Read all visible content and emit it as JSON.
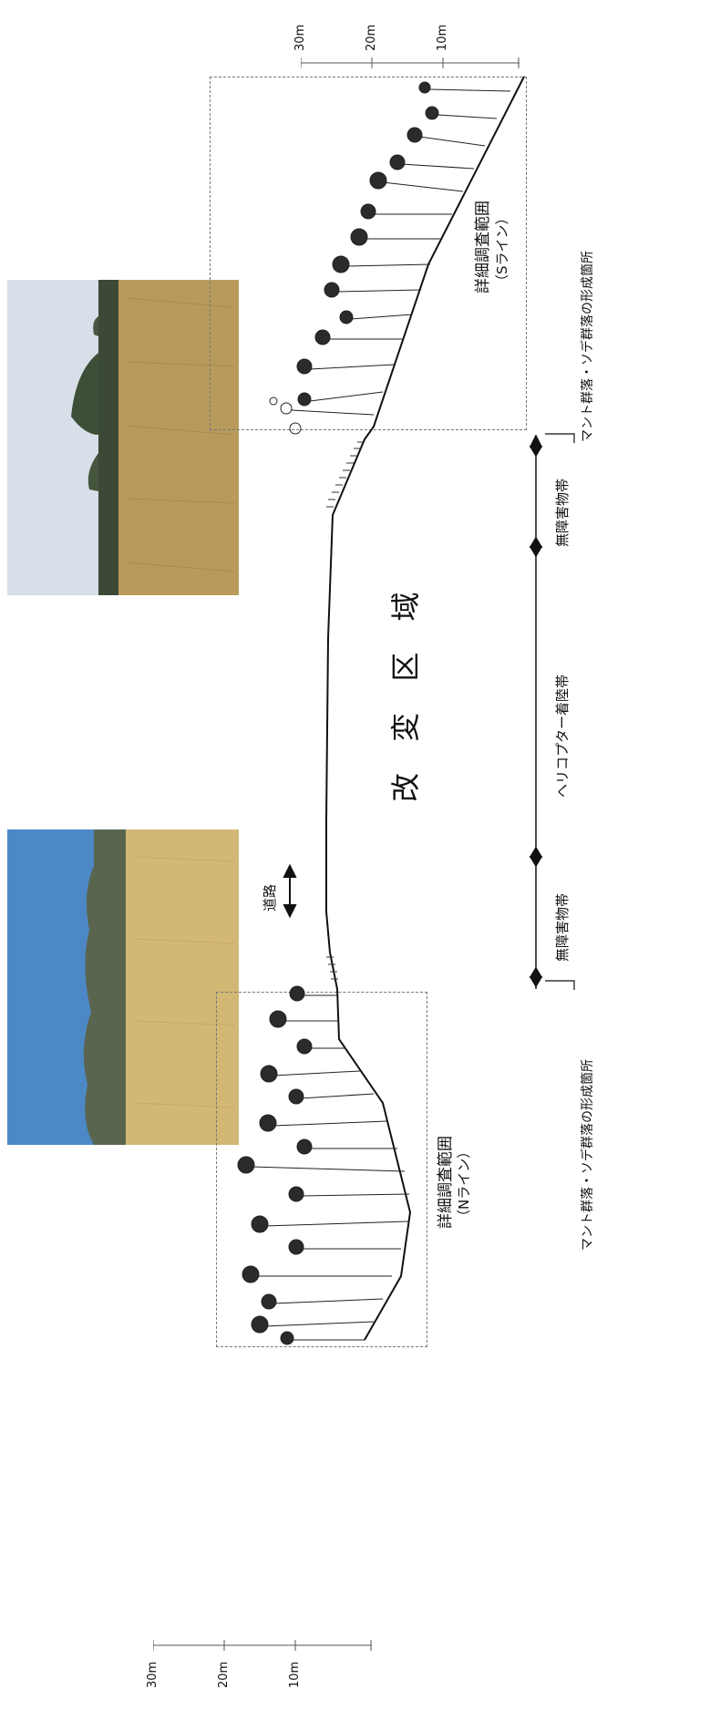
{
  "scales": {
    "top": [
      "30m",
      "20m",
      "10m"
    ],
    "bottom": [
      "30m",
      "20m",
      "10m"
    ]
  },
  "zones": {
    "survey_n": "詳細調査範囲",
    "survey_n_sub": "（Nライン）",
    "survey_s": "詳細調査範囲",
    "survey_s_sub": "（Sライン）",
    "modified_area": "改 変 区 域",
    "road": "道路"
  },
  "bands": {
    "no_obstacle_1": "無障害物帯",
    "heli_landing": "ヘリコプター着陸帯",
    "no_obstacle_2": "無障害物帯",
    "mant_top": "マント群落・ソデ群落の形成箇所",
    "mant_bottom": "マント群落・ソデ群落の形成箇所"
  },
  "photos": [
    {
      "name": "photo-field-top",
      "sky": "#d7dde6",
      "ground": "#b89a5c",
      "trees": "#3d4a36"
    },
    {
      "name": "photo-field-bottom",
      "sky": "#4b86c4",
      "ground": "#d4b978",
      "trees": "#56614a"
    }
  ]
}
